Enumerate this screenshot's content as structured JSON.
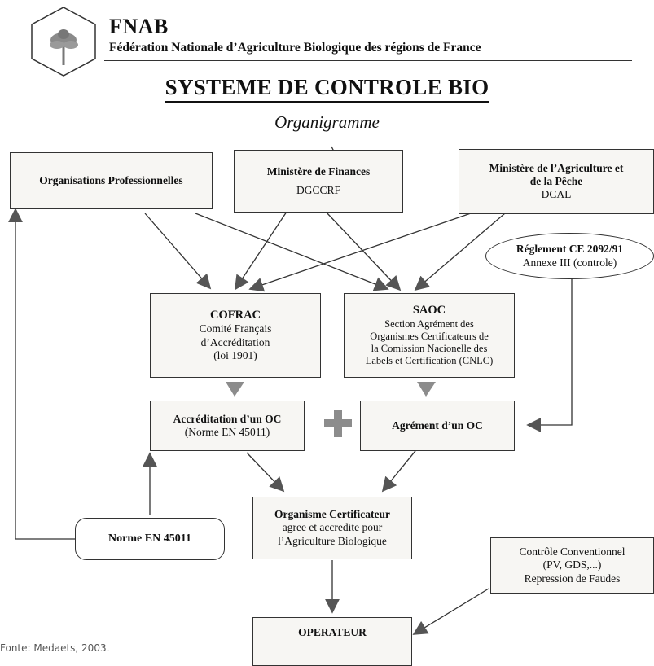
{
  "header": {
    "brand": "FNAB",
    "brand_subtitle": "Fédération Nationale d’Agriculture Biologique des régions de France",
    "logo_icon": "palm-tree-hexagon-logo"
  },
  "title": "SYSTEME DE CONTROLE BIO",
  "subtitle": "Organigramme",
  "nodes": {
    "org_pro": {
      "line1": "Organisations Professionnelles"
    },
    "min_fin": {
      "line1": "Ministère de Finances",
      "line2": "DGCCRF"
    },
    "min_agri": {
      "line1": "Ministère de l’Agriculture et",
      "line2": "de la Pêche",
      "line3": "DCAL"
    },
    "reglement": {
      "line1": "Réglement CE 2092/91",
      "line2": "Annexe III (controle)"
    },
    "cofrac": {
      "line1": "COFRAC",
      "line2": "Comité Français",
      "line3": "d’Accréditation",
      "line4": "(loi  1901)"
    },
    "saoc": {
      "line1": "SAOC",
      "line2": "Section Agrément des",
      "line3": "Organismes Certificateurs de",
      "line4": "la Comission Nacionelle des",
      "line5": "Labels et Certification (CNLC)"
    },
    "accreditation": {
      "line1": "Accréditation d’un OC",
      "line2": "(Norme EN 45011)"
    },
    "agrement": {
      "line1": "Agrément d’un OC"
    },
    "norme": {
      "line1": "Norme EN 45011"
    },
    "organisme": {
      "line1": "Organisme Certificateur",
      "line2": "agree et accredite pour",
      "line3": "l’Agriculture Biologique"
    },
    "controle": {
      "line1": "Contrôle Conventionnel",
      "line2": "(PV, GDS,...)",
      "line3": "Repression de Faudes"
    },
    "operateur": {
      "line1": "OPERATEUR"
    }
  },
  "plus_symbol_color": "#8c8c8c",
  "arrow_color": "#555555",
  "source_note": "Fonte: Medaets, 2003."
}
